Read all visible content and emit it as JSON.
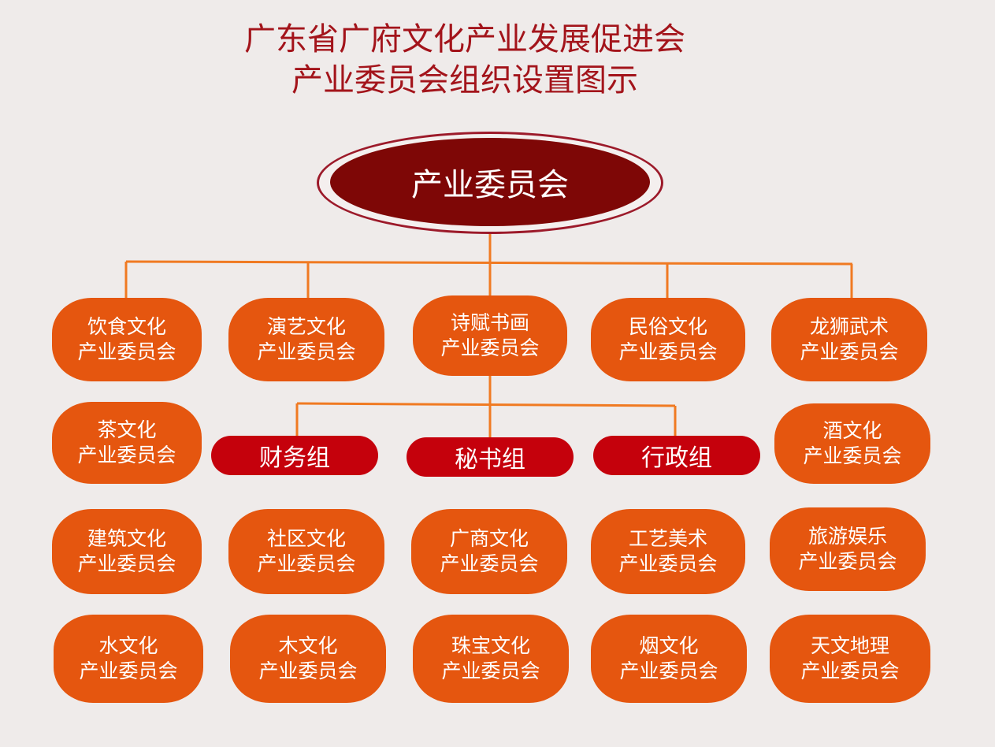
{
  "title": {
    "line1": "广东省广府文化产业发展促进会",
    "line2": "产业委员会组织设置图示"
  },
  "root": {
    "label": "产业委员会"
  },
  "committees_top": [
    {
      "line1": "饮食文化",
      "line2": "产业委员会"
    },
    {
      "line1": "演艺文化",
      "line2": "产业委员会"
    },
    {
      "line1": "诗赋书画",
      "line2": "产业委员会"
    },
    {
      "line1": "民俗文化",
      "line2": "产业委员会"
    },
    {
      "line1": "龙狮武术",
      "line2": "产业委员会"
    }
  ],
  "groups": [
    {
      "label": "财务组"
    },
    {
      "label": "秘书组"
    },
    {
      "label": "行政组"
    }
  ],
  "committees_side": [
    {
      "line1": "茶文化",
      "line2": "产业委员会"
    },
    {
      "line1": "酒文化",
      "line2": "产业委员会"
    }
  ],
  "committees_row3": [
    {
      "line1": "建筑文化",
      "line2": "产业委员会"
    },
    {
      "line1": "社区文化",
      "line2": "产业委员会"
    },
    {
      "line1": "广商文化",
      "line2": "产业委员会"
    },
    {
      "line1": "工艺美术",
      "line2": "产业委员会"
    },
    {
      "line1": "旅游娱乐",
      "line2": "产业委员会"
    }
  ],
  "committees_row4": [
    {
      "line1": "水文化",
      "line2": "产业委员会"
    },
    {
      "line1": "木文化",
      "line2": "产业委员会"
    },
    {
      "line1": "珠宝文化",
      "line2": "产业委员会"
    },
    {
      "line1": "烟文化",
      "line2": "产业委员会"
    },
    {
      "line1": "天文地理",
      "line2": "产业委员会"
    }
  ],
  "colors": {
    "background": "#efebea",
    "title": "#a3141b",
    "root_fill": "#7e0706",
    "root_ring": "#9c1a2a",
    "committee_fill": "#e5560f",
    "group_fill": "#c5010c",
    "connector": "#f07a22"
  }
}
